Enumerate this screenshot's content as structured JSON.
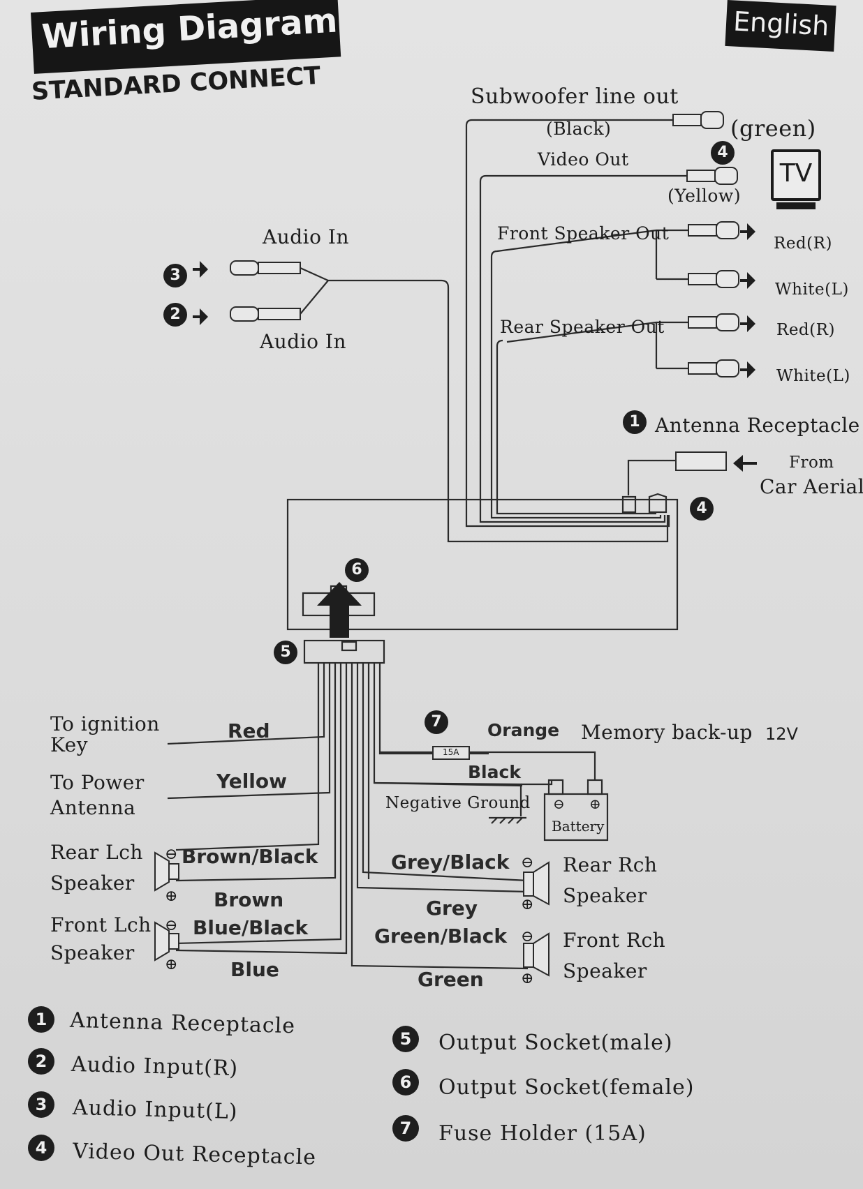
{
  "header": {
    "title": "Wiring Diagram",
    "language": "English",
    "subtitle": "STANDARD CONNECT"
  },
  "top": {
    "subwoofer": "Subwoofer line out",
    "black": "(Black)",
    "green": "(green)",
    "video_out": "Video Out",
    "yellow": "(Yellow)",
    "tv": "TV",
    "front_speaker_out": "Front Speaker Out",
    "rear_speaker_out": "Rear  Speaker Out",
    "red_r": "Red(R)",
    "white_l": "White(L)",
    "audio_in": "Audio In",
    "antenna_receptacle": "Antenna Receptacle",
    "from": "From",
    "car_aerial": "Car Aerial"
  },
  "wires": {
    "to_ignition_1": "To ignition",
    "to_ignition_2": "Key",
    "red": "Red",
    "to_power_1": "To Power",
    "to_power_2": "Antenna",
    "yellow": "Yellow",
    "orange": "Orange",
    "memory": "Memory back-up",
    "volt": "12V",
    "fuse": "15A",
    "black": "Black",
    "negative_ground": "Negative Ground",
    "battery": "Battery",
    "rear_lch_1": "Rear Lch",
    "rear_lch_2": "Speaker",
    "brown_black": "Brown/Black",
    "brown": "Brown",
    "front_lch_1": "Front Lch",
    "front_lch_2": "Speaker",
    "blue_black": "Blue/Black",
    "blue": "Blue",
    "grey_black": "Grey/Black",
    "grey": "Grey",
    "green_black": "Green/Black",
    "green": "Green",
    "rear_rch_1": "Rear Rch",
    "rear_rch_2": "Speaker",
    "front_rch_1": "Front Rch",
    "front_rch_2": "Speaker",
    "minus": "⊖",
    "plus": "⊕"
  },
  "badges": {
    "b1": "1",
    "b2": "2",
    "b3": "3",
    "b4": "4",
    "b5": "5",
    "b6": "6",
    "b7": "7"
  },
  "legend": {
    "items": [
      {
        "num": "1",
        "text": "Antenna Receptacle"
      },
      {
        "num": "2",
        "text": "Audio Input(R)"
      },
      {
        "num": "3",
        "text": "Audio Input(L)"
      },
      {
        "num": "4",
        "text": "Video Out Receptacle"
      },
      {
        "num": "5",
        "text": "Output Socket(male)"
      },
      {
        "num": "6",
        "text": "Output Socket(female)"
      },
      {
        "num": "7",
        "text": "Fuse Holder (15A)"
      }
    ]
  }
}
